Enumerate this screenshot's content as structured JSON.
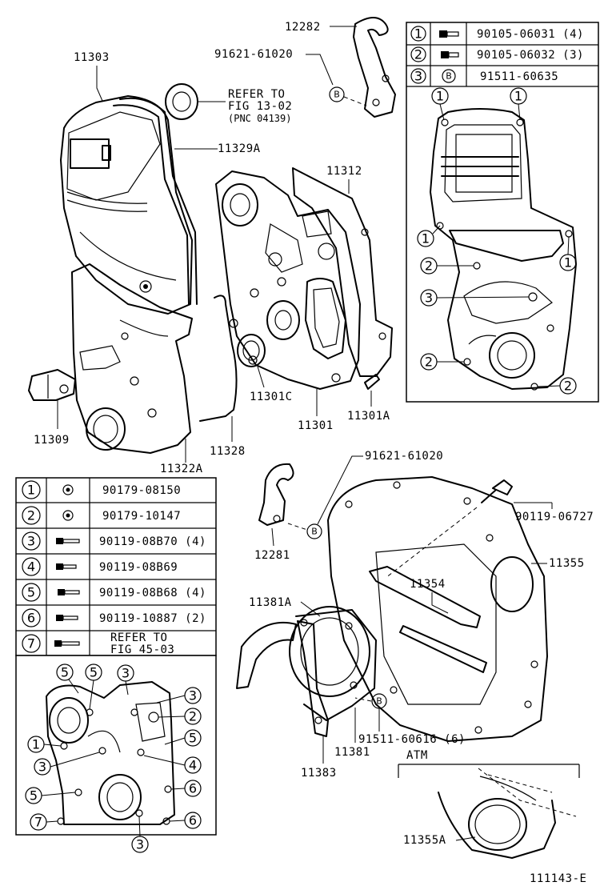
{
  "diagram_id": "111143-E",
  "parts": {
    "p11303": "11303",
    "p12282": "12282",
    "p91621_top": "91621-61020",
    "refer_line1": "REFER TO",
    "refer_line2": "FIG 13-02",
    "refer_line3": "(PNC 04139)",
    "p11329A": "11329A",
    "p11312": "11312",
    "p11309": "11309",
    "p11322A": "11322A",
    "p11328": "11328",
    "p11301C": "11301C",
    "p11301": "11301",
    "p11301A": "11301A",
    "p91621_mid": "91621-61020",
    "p90119_06727": "90119-06727",
    "p12281": "12281",
    "p11355": "11355",
    "p11354": "11354",
    "p11381A": "11381A",
    "p91511_60616": "91511-60616 (6)",
    "p11381": "11381",
    "p11383": "11383",
    "atm": "ATM",
    "p11355A": "11355A"
  },
  "top_table": [
    {
      "key": "1",
      "part": "90105-06031 (4)"
    },
    {
      "key": "2",
      "part": "90105-06032 (3)"
    },
    {
      "key": "3",
      "icon": "B",
      "part": "91511-60635"
    }
  ],
  "left_table": [
    {
      "key": "1",
      "part": "90179-08150"
    },
    {
      "key": "2",
      "part": "90179-10147"
    },
    {
      "key": "3",
      "part": "90119-08B70 (4)"
    },
    {
      "key": "4",
      "part": "90119-08B69"
    },
    {
      "key": "5",
      "part": "90119-08B68 (4)"
    },
    {
      "key": "6",
      "part": "90119-10887 (2)"
    },
    {
      "key": "7",
      "part_line1": "REFER TO",
      "part_line2": "FIG 45-03"
    }
  ],
  "callouts": {
    "one": "1",
    "two": "2",
    "three": "3",
    "four": "4",
    "five": "5",
    "six": "6",
    "seven": "7",
    "b": "B"
  }
}
